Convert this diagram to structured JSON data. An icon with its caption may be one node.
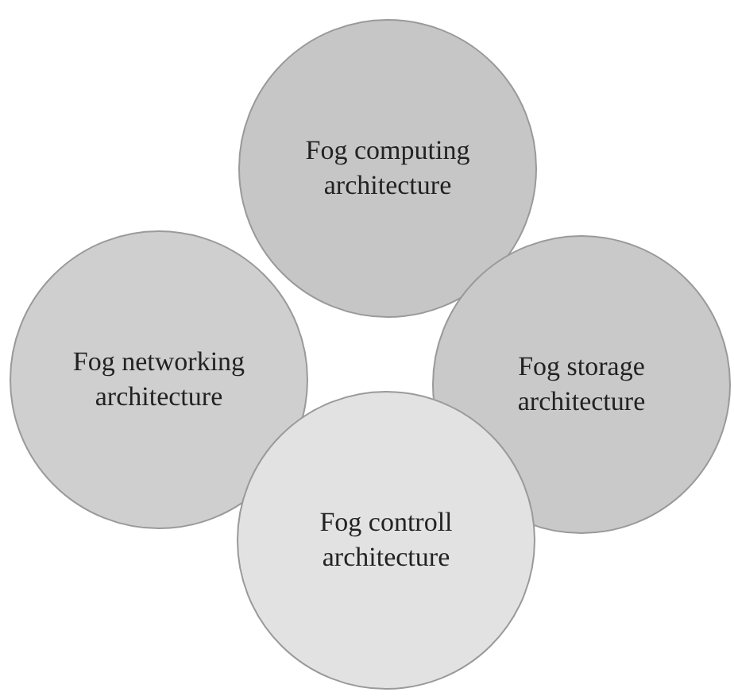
{
  "diagram": {
    "nodes": [
      {
        "text": [
          "Fog computing architecture"
        ]
      },
      {
        "text": [
          "Fog networking architecture"
        ]
      },
      {
        "text": [
          "Fog storage architecture"
        ]
      },
      {
        "text": [
          "Fog controll architecture"
        ]
      }
    ]
  }
}
